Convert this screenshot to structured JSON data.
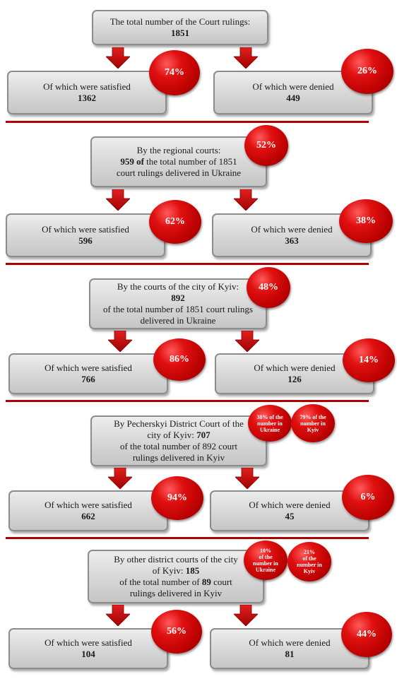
{
  "sections": [
    {
      "top": {
        "lines": [
          "The total number of the Court rulings:"
        ],
        "value": "1851"
      },
      "top_percent": "",
      "satisfied": {
        "label": "Of which were satisfied",
        "value": "1362",
        "percent": "74%"
      },
      "denied": {
        "label": "Of which were denied",
        "value": "449",
        "percent": "26%"
      }
    },
    {
      "top": {
        "lines": [
          "By the regional courts:"
        ],
        "value_line_bold": "959 of",
        "value_line_rest": " the total number of 1851",
        "tail": "court rulings delivered in Ukraine"
      },
      "top_percent": "52%",
      "satisfied": {
        "label": "Of which were satisfied",
        "value": "596",
        "percent": "62%"
      },
      "denied": {
        "label": "Of which were denied",
        "value": "363",
        "percent": "38%"
      }
    },
    {
      "top": {
        "lines": [
          "By the courts of the city of Kyiv:"
        ],
        "value": "892",
        "tail1": "of the total number of 1851 court rulings",
        "tail2": "delivered in Ukraine"
      },
      "top_percent": "48%",
      "satisfied": {
        "label": "Of which were satisfied",
        "value": "766",
        "percent": "86%"
      },
      "denied": {
        "label": "Of which were denied",
        "value": "126",
        "percent": "14%"
      }
    },
    {
      "top": {
        "line1": "By Pecherskyi District Court of the",
        "line2_rest": "city of Kyiv: ",
        "line2_bold": "707",
        "tail1": "of the total number of 892 court",
        "tail2": "rulings delivered in Kyiv"
      },
      "small_percents": [
        {
          "lines": [
            "38% of the",
            "number in",
            "Ukraine"
          ]
        },
        {
          "lines": [
            "79% of the",
            "number in",
            "Kyiv"
          ]
        }
      ],
      "satisfied": {
        "label": "Of which were satisfied",
        "value": "662",
        "percent": "94%"
      },
      "denied": {
        "label": "Of which were denied",
        "value": "45",
        "percent": "6%"
      }
    },
    {
      "top": {
        "line1": "By other district courts of the city",
        "line2_rest": "of Kyiv: ",
        "line2_bold": "185",
        "tail1_rest": "of the total number of ",
        "tail1_bold": "89",
        "tail1_end": " court",
        "tail2": "rulings delivered in Kyiv"
      },
      "small_percents": [
        {
          "lines": [
            "10%",
            "of the",
            "number in",
            "Ukraine"
          ]
        },
        {
          "lines": [
            "21%",
            "of the",
            "number in",
            "Kyiv"
          ]
        }
      ],
      "satisfied": {
        "label": "Of which were satisfied",
        "value": "104",
        "percent": "56%"
      },
      "denied": {
        "label": "Of which were denied",
        "value": "81",
        "percent": "44%"
      }
    }
  ],
  "colors": {
    "accent_red": "#c00000",
    "box_gray": "#d6d6d6"
  }
}
